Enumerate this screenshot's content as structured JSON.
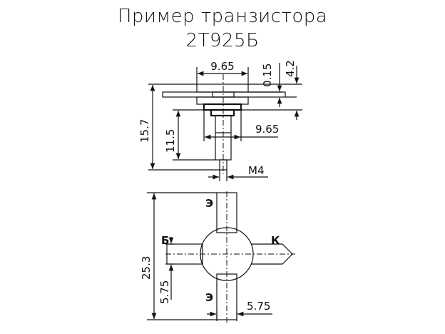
{
  "title": {
    "line1": "Пример транзистора",
    "line2": "2Т925Б"
  },
  "side_view": {
    "dims": {
      "flange_width": "9.65",
      "flange_thickness": "0.15",
      "top_height": "4.2",
      "total_height": "15.7",
      "stud_length": "11.5",
      "stud_width": "9.65",
      "thread": "M4"
    }
  },
  "top_view": {
    "dims": {
      "overall_length": "25.3",
      "lead_width_left": "5.75",
      "lead_width_bottom": "5.75"
    },
    "labels": {
      "emitter_top": "Э",
      "emitter_bottom": "Э",
      "base": "Б",
      "collector": "К"
    }
  }
}
